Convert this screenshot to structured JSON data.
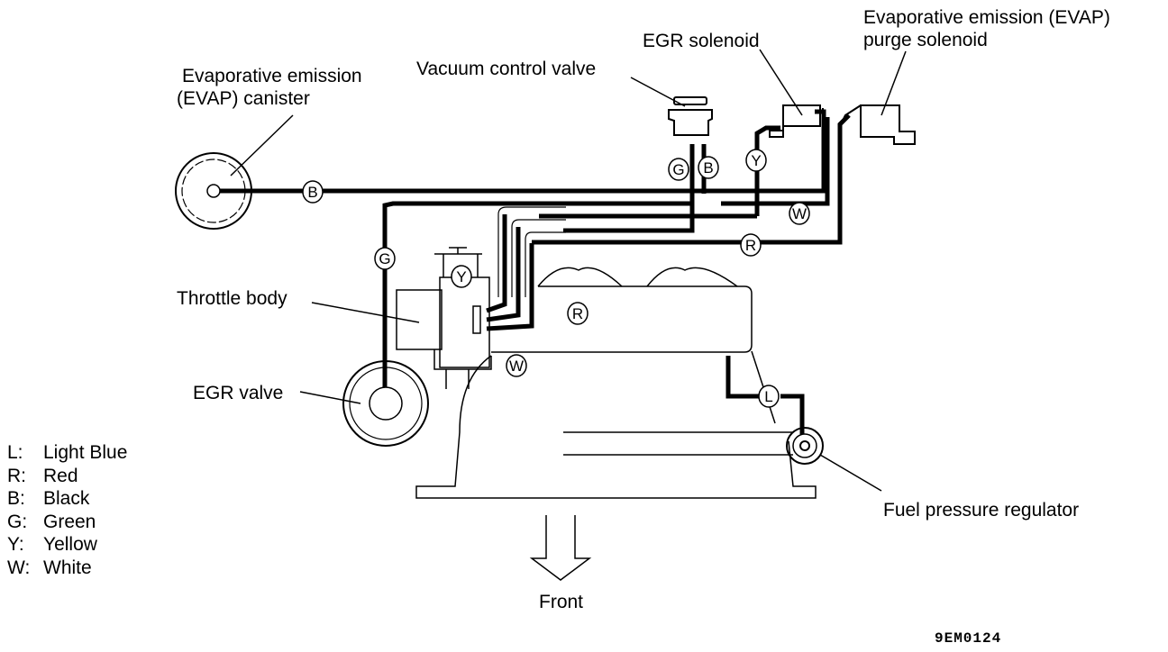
{
  "labels": {
    "evap_canister": [
      "Evaporative emission",
      "(EVAP) canister"
    ],
    "vacuum_control_valve": "Vacuum control valve",
    "egr_solenoid": "EGR solenoid",
    "evap_purge_solenoid": [
      "Evaporative emission (EVAP)",
      "purge solenoid"
    ],
    "throttle_body": "Throttle body",
    "egr_valve": "EGR valve",
    "fuel_pressure_regulator": "Fuel pressure regulator",
    "front": "Front"
  },
  "hose_markers": [
    {
      "id": "canister-hose",
      "code": "B"
    },
    {
      "id": "egr-valve-hose",
      "code": "G"
    },
    {
      "id": "vcv-left-hose",
      "code": "G"
    },
    {
      "id": "vcv-right-hose",
      "code": "B"
    },
    {
      "id": "egr-solenoid-hose",
      "code": "Y"
    },
    {
      "id": "purge-solenoid-hose",
      "code": "W"
    },
    {
      "id": "intake-hose-upper",
      "code": "R"
    },
    {
      "id": "throttle-port-y",
      "code": "Y"
    },
    {
      "id": "intake-port-r",
      "code": "R"
    },
    {
      "id": "throttle-port-w",
      "code": "W"
    },
    {
      "id": "fuel-regulator-hose",
      "code": "L"
    }
  ],
  "legend": [
    {
      "key": "L:",
      "value": "Light Blue"
    },
    {
      "key": "R:",
      "value": "Red"
    },
    {
      "key": "B:",
      "value": "Black"
    },
    {
      "key": "G:",
      "value": "Green"
    },
    {
      "key": "Y:",
      "value": "Yellow"
    },
    {
      "key": "W:",
      "value": "White"
    }
  ],
  "figure_code": "9EM0124"
}
